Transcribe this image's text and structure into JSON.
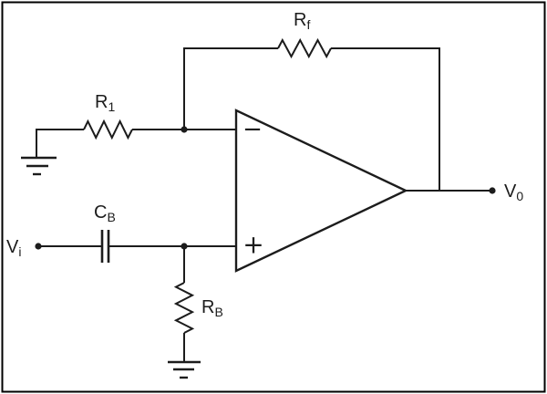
{
  "diagram": {
    "kind": "circuit-schematic",
    "description": "Op-amp amplifier: R1 from ground to inverting input, Rf feedback to output, Vi coupled through CB to non-inverting input with RB bias resistor to ground, output V0",
    "colors": {
      "background": "#ffffff",
      "line": "#1c1c1c",
      "border": "#000000"
    },
    "components": {
      "feedback_resistor": {
        "label": "R",
        "label_sub": "f"
      },
      "input_resistor": {
        "label": "R",
        "label_sub": "1"
      },
      "coupling_capacitor": {
        "label": "C",
        "label_sub": "B"
      },
      "bias_resistor": {
        "label": "R",
        "label_sub": "B"
      },
      "input_terminal": {
        "label": "V",
        "label_sub": "i"
      },
      "output_terminal": {
        "label": "V",
        "label_sub": "0"
      },
      "opamp": {
        "inverting_symbol": "−",
        "noninverting_symbol": "+"
      }
    }
  }
}
